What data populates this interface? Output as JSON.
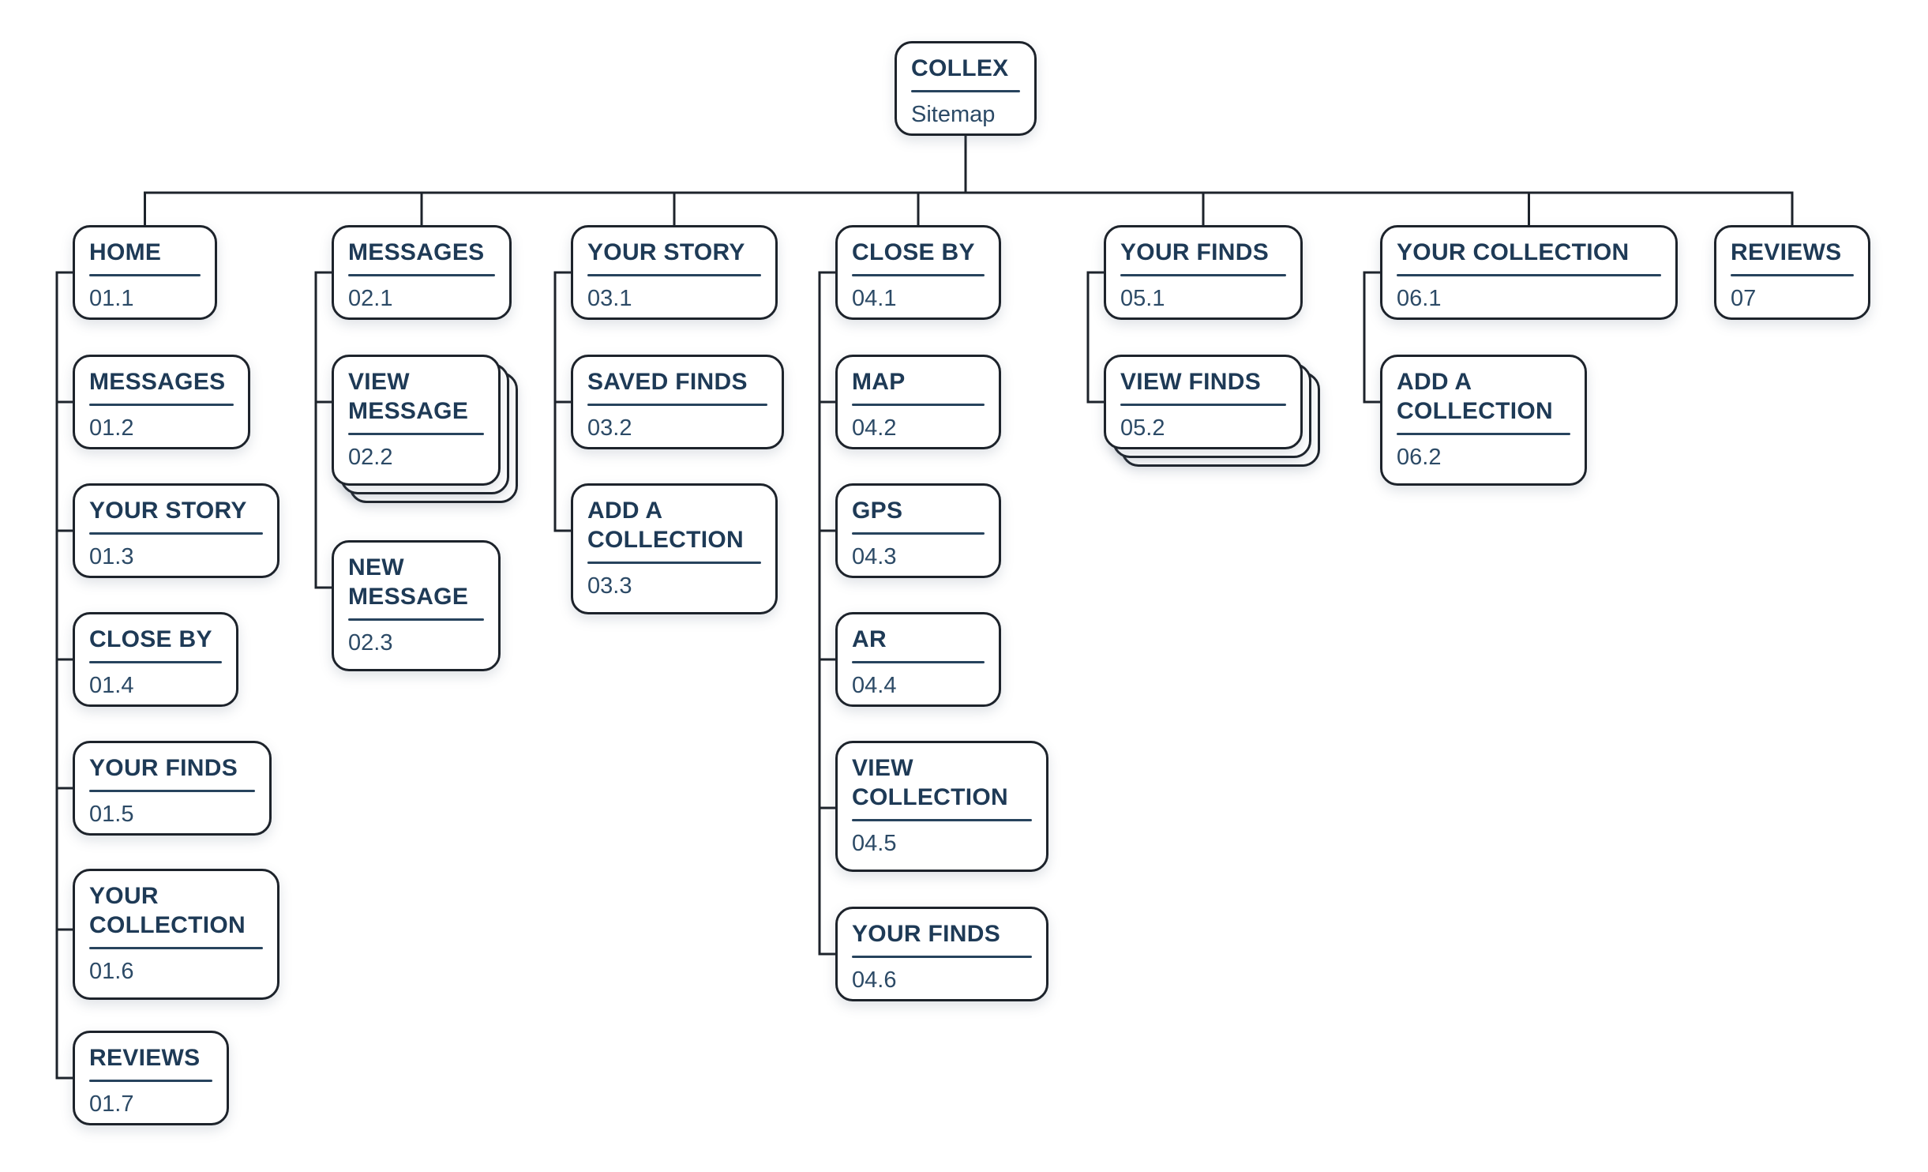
{
  "diagram": {
    "root": {
      "title": "COLLEX",
      "subtitle": "Sitemap"
    },
    "columns": [
      {
        "header": {
          "id": "01.1",
          "title": "HOME"
        },
        "children": [
          {
            "id": "01.2",
            "title": "MESSAGES"
          },
          {
            "id": "01.3",
            "title": "YOUR STORY"
          },
          {
            "id": "01.4",
            "title": "CLOSE BY"
          },
          {
            "id": "01.5",
            "title": "YOUR FINDS"
          },
          {
            "id": "01.6",
            "title": "YOUR COLLECTION"
          },
          {
            "id": "01.7",
            "title": "REVIEWS"
          }
        ]
      },
      {
        "header": {
          "id": "02.1",
          "title": "MESSAGES"
        },
        "children": [
          {
            "id": "02.2",
            "title": "VIEW MESSAGE",
            "stacked": true
          },
          {
            "id": "02.3",
            "title": "NEW MESSAGE"
          }
        ]
      },
      {
        "header": {
          "id": "03.1",
          "title": "YOUR STORY"
        },
        "children": [
          {
            "id": "03.2",
            "title": "SAVED FINDS"
          },
          {
            "id": "03.3",
            "title": "ADD A COLLECTION"
          }
        ]
      },
      {
        "header": {
          "id": "04.1",
          "title": "CLOSE BY"
        },
        "children": [
          {
            "id": "04.2",
            "title": "MAP"
          },
          {
            "id": "04.3",
            "title": "GPS"
          },
          {
            "id": "04.4",
            "title": "AR"
          },
          {
            "id": "04.5",
            "title": "VIEW COLLECTION"
          },
          {
            "id": "04.6",
            "title": "YOUR FINDS"
          }
        ]
      },
      {
        "header": {
          "id": "05.1",
          "title": "YOUR FINDS"
        },
        "children": [
          {
            "id": "05.2",
            "title": "VIEW FINDS",
            "stacked": true
          }
        ]
      },
      {
        "header": {
          "id": "06.1",
          "title": "YOUR COLLECTION"
        },
        "children": [
          {
            "id": "06.2",
            "title": "ADD A COLLECTION"
          }
        ]
      },
      {
        "header": {
          "id": "07",
          "title": "REVIEWS"
        },
        "children": []
      }
    ],
    "colors": {
      "card_background": "#ffffff",
      "card_border": "#1d232b",
      "connector_line": "#1d232b",
      "title_text": "#1e3a56",
      "number_text": "#2c4a66",
      "page_background": "#ffffff"
    }
  }
}
